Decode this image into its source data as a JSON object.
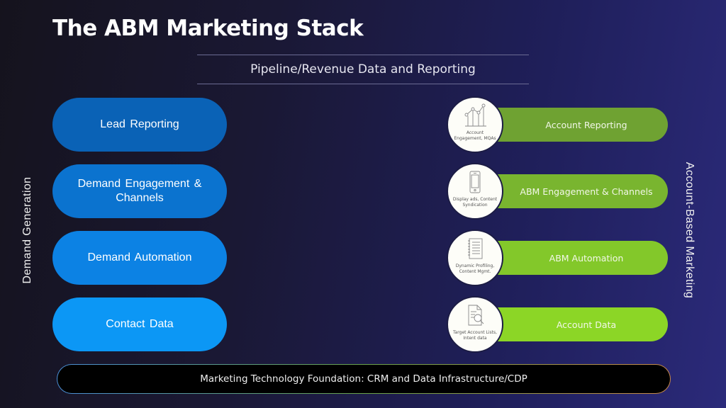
{
  "title": "The ABM Marketing Stack",
  "subtitle": "Pipeline/Revenue Data and Reporting",
  "left_axis_label": "Demand Generation",
  "right_axis_label": "Account-Based Marketing",
  "demand_generation": [
    {
      "label": "Lead Reporting",
      "color": "#0a62b6"
    },
    {
      "label": "Demand Engagement & Channels",
      "color": "#0b73cf"
    },
    {
      "label": "Demand Automation",
      "color": "#0c82e4"
    },
    {
      "label": "Contact Data",
      "color": "#0c97f5"
    }
  ],
  "abm": [
    {
      "label": "Account Reporting",
      "color": "#6fa232",
      "icon": "line-chart-icon",
      "caption": "Account Engagement, MQAs"
    },
    {
      "label": "ABM Engagement & Channels",
      "color": "#79b52f",
      "icon": "mobile-phone-icon",
      "caption": "Display ads, Content Syndication"
    },
    {
      "label": "ABM Automation",
      "color": "#83c82a",
      "icon": "notepad-icon",
      "caption": "Dynamic Profiling, Content Mgmt."
    },
    {
      "label": "Account Data",
      "color": "#8cd626",
      "icon": "document-search-icon",
      "caption": "Target Account Lists, Intent data"
    }
  ],
  "foundation": "Marketing Technology Foundation: CRM and Data Infrastructure/CDP",
  "colors": {
    "background_start": "#15131d",
    "background_end": "#2b2a7a",
    "foundation_border": [
      "#4a8fd8",
      "#6aa34a",
      "#c98a4a"
    ]
  }
}
